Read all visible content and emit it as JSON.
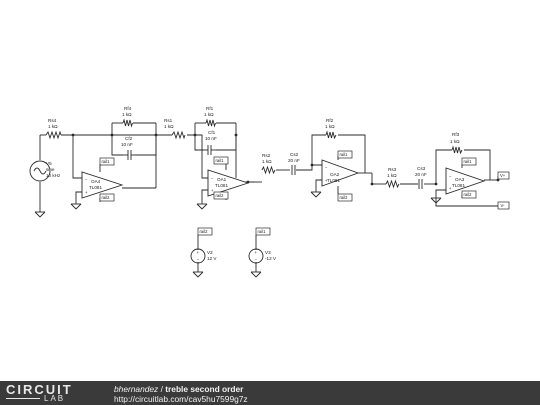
{
  "schematic": {
    "components": {
      "Rs4": {
        "name": "Rs4",
        "value": "1 kΩ"
      },
      "Rf4": {
        "name": "Rf4",
        "value": "1 kΩ"
      },
      "Cf2": {
        "name": "Cf2",
        "value": "10 nF"
      },
      "Rs1": {
        "name": "Rs1",
        "value": "1 kΩ"
      },
      "Rf1": {
        "name": "Rf1",
        "value": "1 kΩ"
      },
      "Cf1": {
        "name": "Cf1",
        "value": "10 nF"
      },
      "Rs2": {
        "name": "Rs2",
        "value": "1 kΩ"
      },
      "Cs2": {
        "name": "Cs2",
        "value": "20 nF"
      },
      "Rf2": {
        "name": "Rf2",
        "value": "1 kΩ"
      },
      "Rs3": {
        "name": "Rs3",
        "value": "1 kΩ"
      },
      "Cs3": {
        "name": "Cs3",
        "value": "20 nF"
      },
      "Rf3": {
        "name": "Rf3",
        "value": "1 kΩ"
      },
      "V5": {
        "name": "V5",
        "type": "sine",
        "value": "10 kHz"
      },
      "V2": {
        "name": "V2",
        "value": "12 V"
      },
      "V3": {
        "name": "V3",
        "value": "-12 V"
      }
    },
    "opamps": {
      "OA4": {
        "name": "OA4",
        "model": "TL081"
      },
      "OA1": {
        "name": "OA1",
        "model": "TL081"
      },
      "OA2": {
        "name": "OA2",
        "model": "TL081"
      },
      "OA3": {
        "name": "OA3",
        "model": "TL081"
      }
    },
    "tags": {
      "rail1": "rail1",
      "rail2": "rail2",
      "vplus": "V+",
      "vminus": "V-"
    }
  },
  "footer": {
    "logo_line1": "CIRCUIT",
    "logo_line2": "LAB",
    "author": "bhernandez",
    "separator": " / ",
    "title": "treble second order",
    "url": "http://circuitlab.com/cav5hu7599g7z"
  }
}
